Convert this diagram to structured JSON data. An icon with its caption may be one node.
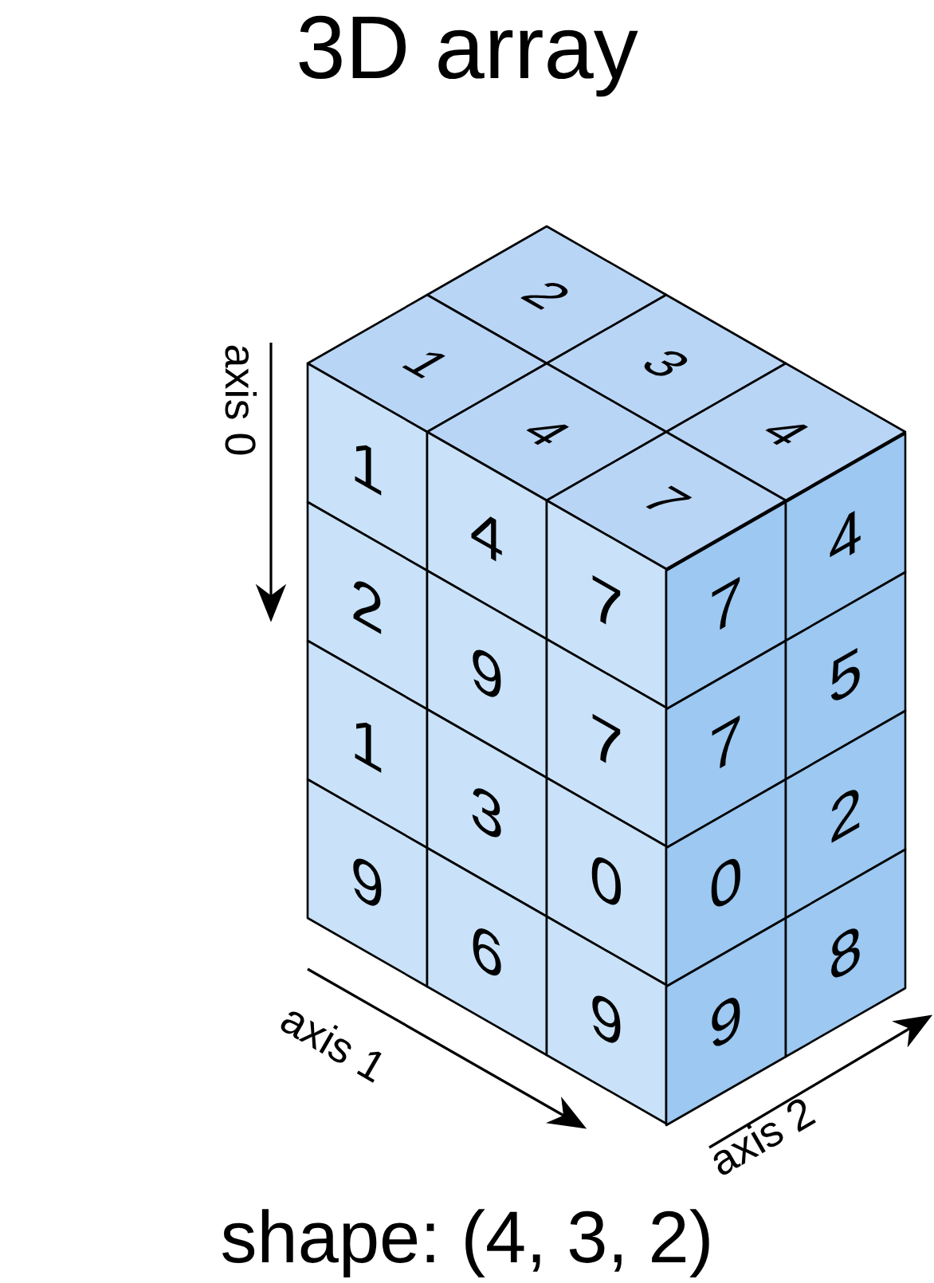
{
  "diagram": {
    "title": "3D array",
    "caption": "shape: (4, 3, 2)",
    "nodes": [
      {
        "text": [
          "2"
        ]
      },
      {
        "text": [
          "1"
        ]
      },
      {
        "text": [
          "3"
        ]
      },
      {
        "text": [
          "4"
        ]
      },
      {
        "text": [
          "4"
        ]
      },
      {
        "text": [
          "7"
        ]
      },
      {
        "text": [
          "1"
        ]
      },
      {
        "text": [
          "4"
        ]
      },
      {
        "text": [
          "7"
        ]
      },
      {
        "text": [
          "7"
        ]
      },
      {
        "text": [
          "4"
        ]
      },
      {
        "text": [
          "2"
        ]
      },
      {
        "text": [
          "9"
        ]
      },
      {
        "text": [
          "7"
        ]
      },
      {
        "text": [
          "7"
        ]
      },
      {
        "text": [
          "5"
        ]
      },
      {
        "text": [
          "1"
        ]
      },
      {
        "text": [
          "3"
        ]
      },
      {
        "text": [
          "0"
        ]
      },
      {
        "text": [
          "0"
        ]
      },
      {
        "text": [
          "2"
        ]
      },
      {
        "text": [
          "9"
        ]
      },
      {
        "text": [
          "6"
        ]
      },
      {
        "text": [
          "9"
        ]
      },
      {
        "text": [
          "9"
        ]
      },
      {
        "text": [
          "8"
        ]
      }
    ],
    "labels": [
      "axis 0",
      "axis 1",
      "axis 2"
    ]
  }
}
